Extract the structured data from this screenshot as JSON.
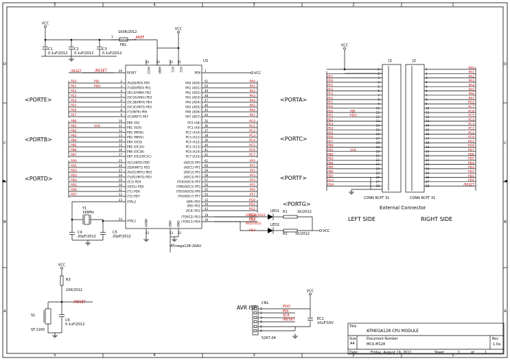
{
  "frame": {
    "cols": [
      "5",
      "4",
      "3",
      "2",
      "1"
    ],
    "rows": [
      "D",
      "C",
      "B",
      "A"
    ]
  },
  "mcu": {
    "ref": "U1",
    "part": "ATmega128-16AU",
    "top_pins": [
      {
        "num": "64",
        "name": "AVCC"
      },
      {
        "num": "62",
        "name": "AREF"
      },
      {
        "num": "52",
        "name": "VCC"
      },
      {
        "num": "21",
        "name": "VCC"
      }
    ],
    "left_pins": [
      {
        "num": "20",
        "name": "RESET",
        "net": "/RESET"
      },
      {
        "num": "2",
        "name": "(RxD0/PDI) PE0",
        "net": "PE0"
      },
      {
        "num": "3",
        "name": "(TxD0/PDO) PE1",
        "net": "PE1"
      },
      {
        "num": "4",
        "name": "(XCL0/AIN0) PE2",
        "net": "PE2"
      },
      {
        "num": "5",
        "name": "(OC3A/AIN1) PE3",
        "net": "PE3"
      },
      {
        "num": "6",
        "name": "(OC3B/INT4) PE4",
        "net": "PE4"
      },
      {
        "num": "7",
        "name": "(OC3C/INT5) PE5",
        "net": "PE5"
      },
      {
        "num": "8",
        "name": "(T3/INT6) PE6",
        "net": "PE6"
      },
      {
        "num": "9",
        "name": "(IC3/INT7) PE7",
        "net": "PE7"
      },
      {
        "num": "10",
        "name": "PB0 (SS)",
        "net": "PB0"
      },
      {
        "num": "11",
        "name": "PB1 (SCK)",
        "net": "PB1"
      },
      {
        "num": "12",
        "name": "PB2 (MOSI)",
        "net": "PB2"
      },
      {
        "num": "13",
        "name": "PB3 (MISO)",
        "net": "PB3"
      },
      {
        "num": "14",
        "name": "PB4 (OC0)",
        "net": "PB4"
      },
      {
        "num": "15",
        "name": "PB5 (OC1A)",
        "net": "PB5"
      },
      {
        "num": "16",
        "name": "PB6 (OC1B)",
        "net": "PB6"
      },
      {
        "num": "17",
        "name": "PB7 (OC2/OC1C)",
        "net": "PB7"
      },
      {
        "num": "25",
        "name": "(SCL/INT0) PD0",
        "net": "PD0"
      },
      {
        "num": "26",
        "name": "(SDA/INT1) PD1",
        "net": "PD1"
      },
      {
        "num": "27",
        "name": "(RxD1/INT2) PD2",
        "net": "PD2"
      },
      {
        "num": "28",
        "name": "(TxD1/INT3) PD3",
        "net": "PD3"
      },
      {
        "num": "29",
        "name": "(IC1) PD4",
        "net": "PD4"
      },
      {
        "num": "30",
        "name": "(XCK1) PD5",
        "net": "PD5"
      },
      {
        "num": "31",
        "name": "(T1) PD6",
        "net": "PD6"
      },
      {
        "num": "32",
        "name": "(T2) PD7",
        "net": "PD7"
      },
      {
        "num": "23",
        "name": "XTAL2",
        "net": ""
      },
      {
        "num": "24",
        "name": "XTAL1",
        "net": ""
      }
    ],
    "right_pins": [
      {
        "num": "1",
        "name": "PEN",
        "net": "VCC"
      },
      {
        "num": "51",
        "name": "PA0 (AD0)",
        "net": "PA0"
      },
      {
        "num": "50",
        "name": "PA1 (AD1)",
        "net": "PA1"
      },
      {
        "num": "49",
        "name": "PA2 (AD2)",
        "net": "PA2"
      },
      {
        "num": "48",
        "name": "PA3 (AD3)",
        "net": "PA3"
      },
      {
        "num": "47",
        "name": "PA4 (AD4)",
        "net": "PA4"
      },
      {
        "num": "46",
        "name": "PA5 (AD5)",
        "net": "PA5"
      },
      {
        "num": "45",
        "name": "PA6 (AD6)",
        "net": "PA6"
      },
      {
        "num": "44",
        "name": "PA7 (AD7)",
        "net": "PA7"
      },
      {
        "num": "35",
        "name": "PC0 (A8)",
        "net": "PC0"
      },
      {
        "num": "36",
        "name": "PC1 (A9)",
        "net": "PC1"
      },
      {
        "num": "37",
        "name": "PC2 (A10)",
        "net": "PC2"
      },
      {
        "num": "38",
        "name": "PC3 (A11)",
        "net": "PC3"
      },
      {
        "num": "39",
        "name": "PC4 (A12)",
        "net": "PC4"
      },
      {
        "num": "40",
        "name": "PC5 (A13)",
        "net": "PC5"
      },
      {
        "num": "41",
        "name": "PC6 (A14)",
        "net": "PC6"
      },
      {
        "num": "42",
        "name": "PC7 (A15)",
        "net": "PC7"
      },
      {
        "num": "61",
        "name": "(ADC0) PF0",
        "net": "PF0"
      },
      {
        "num": "60",
        "name": "(ADC1) PF1",
        "net": "PF1"
      },
      {
        "num": "59",
        "name": "(ADC2) PF2",
        "net": "PF2"
      },
      {
        "num": "58",
        "name": "(ADC3) PF3",
        "net": "PF3"
      },
      {
        "num": "57",
        "name": "(TCK/ADC4) PF4",
        "net": "PF4"
      },
      {
        "num": "56",
        "name": "(TMS/ADC5) PF5",
        "net": "PF5"
      },
      {
        "num": "55",
        "name": "(TDO/ADC6) PF6",
        "net": "PF6"
      },
      {
        "num": "54",
        "name": "(TDI/ADC7) PF7",
        "net": "PF7"
      },
      {
        "num": "33",
        "name": "(WR) PG0",
        "net": "PG0"
      },
      {
        "num": "34",
        "name": "(RD) PG1",
        "net": "PG1"
      },
      {
        "num": "43",
        "name": "(ALE) PG2",
        "net": "PG2"
      },
      {
        "num": "18",
        "name": "(TOSC2) PG3",
        "net": "PG3"
      },
      {
        "num": "19",
        "name": "(TOSC1) PG4",
        "net": "PG4"
      }
    ],
    "bottom_pins": [
      {
        "num": "63",
        "name": "AGND"
      },
      {
        "num": "53",
        "name": "GND"
      },
      {
        "num": "22",
        "name": "GND"
      }
    ]
  },
  "port_labels": [
    "<PORTE>",
    "<PORTB>",
    "<PORTD>",
    "<PORTA>",
    "<PORTC>",
    "<PORTF>",
    "<PORTG>"
  ],
  "net_alias": {
    "pdi": "PDI",
    "pdo": "PDO",
    "sck": "SCK"
  },
  "power": {
    "vcc": "VCC",
    "reset": "/RESET",
    "aref": "_AREF"
  },
  "parts": {
    "c1": {
      "ref": "C1",
      "value": "0.1uF/2012"
    },
    "c2": {
      "ref": "C2",
      "value": "0.1uF/2012"
    },
    "c3": {
      "ref": "C3",
      "value": "0.1uF/2012"
    },
    "fb1": {
      "ref": "FB1",
      "value": "100R/2012"
    },
    "y1": {
      "ref": "Y1",
      "value": "16MHz"
    },
    "c4": {
      "ref": "C4",
      "value": "20pF/2012"
    },
    "c5": {
      "ref": "C5",
      "value": "20pF/2012"
    },
    "r3": {
      "ref": "R3",
      "value": "10K/2012"
    },
    "c6": {
      "ref": "C6",
      "value": "0.1uF/2012"
    },
    "s1": {
      "ref": "S1",
      "value": "ST-1165"
    },
    "led1": {
      "ref": "LED1",
      "value": "GREEN/2012"
    },
    "led2": {
      "ref": "LED2",
      "value": "RED/2012"
    },
    "r1": {
      "ref": "R1",
      "value": "1K/2012"
    },
    "r2": {
      "ref": "R2",
      "value": "1K/2012"
    },
    "ec1": {
      "ref": "EC1",
      "value": "10uF/16V"
    },
    "cn1": {
      "ref": "CN1",
      "value": "5267-04"
    }
  },
  "connectors": {
    "j1": {
      "ref": "J1",
      "caption": "CONN RCPT 31"
    },
    "j2": {
      "ref": "J2",
      "caption": "CONN RCPT 31"
    },
    "title": "External Connector",
    "left_side": "LEFT SIDE",
    "right_side": "RIGHT SIDE",
    "j1_nets": [
      "",
      "",
      "PF7",
      "PF6",
      "PF5",
      "PF4",
      "PF3",
      "PF2",
      "PF1",
      "PF0",
      "PE0",
      "PE1",
      "PE2",
      "PE3",
      "PE4",
      "PE5",
      "PE6",
      "PE7",
      "PB0",
      "PB1",
      "PB2",
      "PB3",
      "PB4",
      "PB5",
      "PB6",
      "PB7",
      "PG3",
      "PG4"
    ],
    "j1_alias": {
      "11": "PDI",
      "12": "PDO",
      "20": "SCK"
    },
    "j2_nets": [
      "",
      "PA0",
      "PA1",
      "PA2",
      "PA3",
      "PA4",
      "PA5",
      "PA6",
      "PA7",
      "PG2",
      "PC7",
      "PC6",
      "PC5",
      "PC4",
      "PC3",
      "PC2",
      "PC1",
      "PC0",
      "PG1",
      "PG0",
      "PD7",
      "PD6",
      "PD5",
      "PD4",
      "PD3",
      "PD2",
      "PD1",
      "PD0",
      "/RESET"
    ]
  },
  "avr_isp": {
    "title": "AVR ISP",
    "pins": [
      "1",
      "2",
      "3",
      "4",
      "5",
      "6"
    ],
    "nets": [
      "PDO",
      "",
      "SCK",
      "/RESET",
      "",
      ""
    ],
    "net_pdi": "PDI"
  },
  "title_block": {
    "title_label": "Title",
    "title": "ATMEGA128 CPU MODULE",
    "size_label": "Size",
    "size": "A4",
    "docnum_label": "Document Number",
    "docnum": "MCU-M128",
    "rev_label": "Rev",
    "rev": "1.0a",
    "date_label": "Date:",
    "date": "Friday, August 19, 2011",
    "sheet_label": "Sheet",
    "sheet": "1",
    "of_label": "of",
    "sheets": "1"
  }
}
